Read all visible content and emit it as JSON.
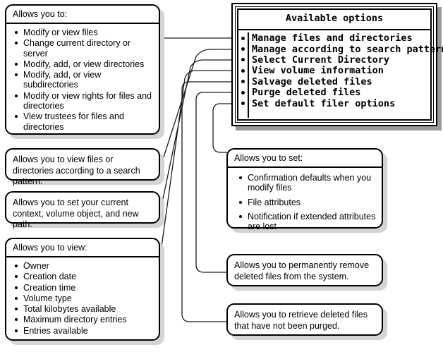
{
  "panel": {
    "title": "Available options",
    "options": [
      {
        "label": "Manage files and directories"
      },
      {
        "label": "Manage according to search pattern"
      },
      {
        "label": "Select Current Directory"
      },
      {
        "label": "View volume information"
      },
      {
        "label": "Salvage deleted files"
      },
      {
        "label": "Purge deleted files"
      },
      {
        "label": "Set default filer options"
      }
    ]
  },
  "callouts": {
    "manage_files": {
      "heading": "Allows you to:",
      "items": [
        "Modify or view files",
        "Change current directory or server",
        "Modify, add, or view directories",
        "Modify, add, or view subdirectories",
        "Modify or view rights for files and directories",
        "View trustees for files and directories"
      ]
    },
    "search_pattern": {
      "text": "Allows you to view files or directories according to a search pattern."
    },
    "current_directory": {
      "text": "Allows you to set your current context, volume object, and new path."
    },
    "volume_info": {
      "heading": "Allows you to view:",
      "items": [
        "Owner",
        "Creation date",
        "Creation time",
        "Volume type",
        "Total kilobytes available",
        "Maximum directory entries",
        "Entries available"
      ]
    },
    "default_options": {
      "heading": "Allows you to set:",
      "items": [
        "Confirmation defaults when you modify files",
        "File attributes",
        "Notification if extended attributes are lost"
      ]
    },
    "purge": {
      "text": "Allows you to permanently remove deleted files from the system."
    },
    "salvage": {
      "text": "Allows you to retrieve deleted files that have not been purged."
    }
  },
  "colors": {
    "ink": "#000000",
    "paper": "#ffffff",
    "shadow": "#d4d4d4",
    "panel_shadow": "#9a9a9a",
    "wire": "#1a1a1a"
  }
}
